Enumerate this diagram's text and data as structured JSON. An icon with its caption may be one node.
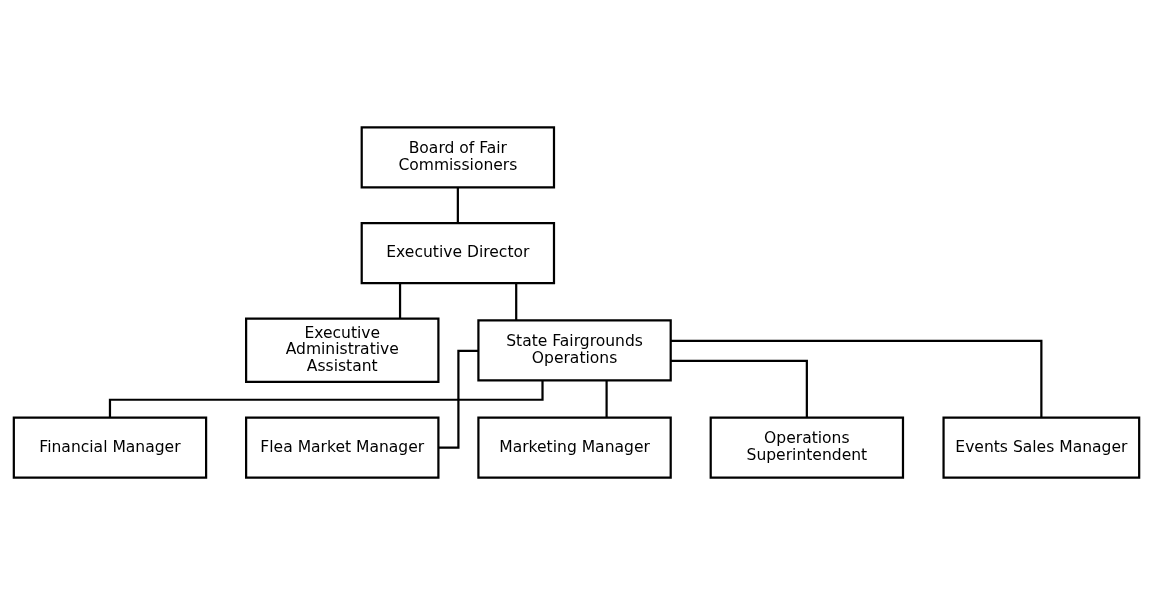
{
  "diagram": {
    "nodes": [
      {
        "text": [
          "Board of Fair Commissioners"
        ]
      },
      {
        "text": [
          "Executive Director"
        ]
      },
      {
        "text": [
          "Executive Administrative Assistant"
        ]
      },
      {
        "text": [
          "State Fairgrounds Operations"
        ]
      },
      {
        "text": [
          "Financial Manager"
        ]
      },
      {
        "text": [
          "Flea Market Manager"
        ]
      },
      {
        "text": [
          "Marketing Manager"
        ]
      },
      {
        "text": [
          "Operations Superintendent"
        ]
      },
      {
        "text": [
          "Events Sales Manager"
        ]
      }
    ],
    "edges": [
      {
        "from": 0,
        "to": 1,
        "arrow": "none"
      },
      {
        "from": 1,
        "to": 2,
        "arrow": "none"
      },
      {
        "from": 1,
        "to": 3,
        "arrow": "none"
      },
      {
        "from": 3,
        "to": 4,
        "arrow": "none"
      },
      {
        "from": 3,
        "to": 5,
        "arrow": "none"
      },
      {
        "from": 3,
        "to": 6,
        "arrow": "none"
      },
      {
        "from": 3,
        "to": 7,
        "arrow": "none"
      },
      {
        "from": 3,
        "to": 8,
        "arrow": "none"
      }
    ]
  }
}
